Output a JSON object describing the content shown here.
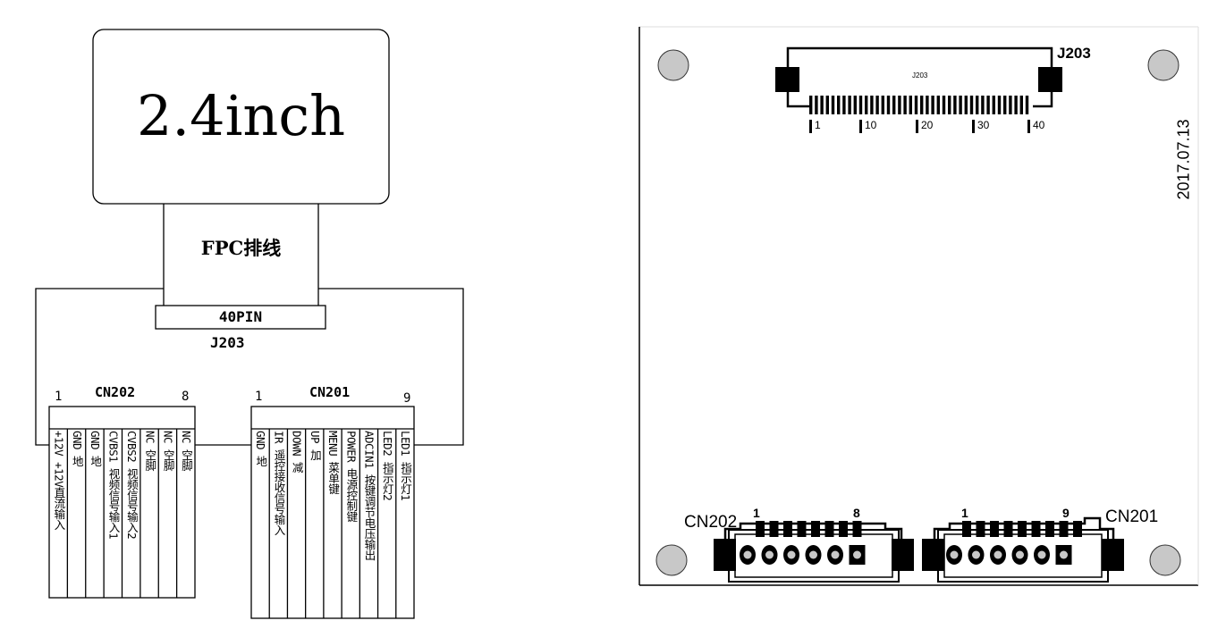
{
  "schematic": {
    "screen_label": "2.4inch",
    "fpc_label": "FPC排线",
    "connector_pin_label": "40PIN",
    "connector_ref": "J203",
    "cn202": {
      "title": "CN202",
      "first_pin": "1",
      "last_pin": "8",
      "pins": [
        "+12V +12V直流输入",
        "GND 地",
        "GND 地",
        "CVBS1 视频信号输入1",
        "CVBS2 视频信号输入2",
        "NC 空脚",
        "NC 空脚",
        "NC 空脚"
      ]
    },
    "cn201": {
      "title": "CN201",
      "first_pin": "1",
      "last_pin": "9",
      "pins": [
        "GND 地",
        "IR 遥控接收信号输入",
        "DOWN 减",
        "UP 加",
        "MENU 菜单键",
        "POWER 电源控制键",
        "ADCIN1 按键调节电压输出",
        "LED2 指示灯2",
        "LED1 指示灯1"
      ]
    }
  },
  "pcb": {
    "j203_label": "J203",
    "j203_silk": "J203",
    "pin_marks": [
      "1",
      "10",
      "20",
      "30",
      "40"
    ],
    "date": "2017.07.13",
    "cn202": {
      "label": "CN202",
      "first_pin": "1",
      "last_pin": "8"
    },
    "cn201": {
      "label": "CN201",
      "first_pin": "1",
      "last_pin": "9"
    }
  },
  "colors": {
    "line": "#000000",
    "hole": "#c8c8c8",
    "background": "#ffffff"
  }
}
